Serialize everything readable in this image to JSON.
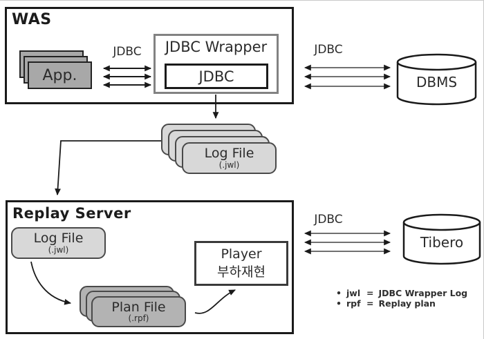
{
  "was": {
    "title": "WAS",
    "app": {
      "label": "App."
    },
    "jdbc_link_label": "JDBC",
    "wrapper": {
      "title": "JDBC Wrapper",
      "jdbc_label": "JDBC"
    }
  },
  "dbms": {
    "link_label": "JDBC",
    "name": "DBMS"
  },
  "log_stack": {
    "title": "Log File",
    "ext": "(.jwl)"
  },
  "replay": {
    "title": "Replay Server",
    "log_file": {
      "title": "Log File",
      "ext": "(.jwl)"
    },
    "plan_file": {
      "title": "Plan File",
      "ext": "(.rpf)"
    },
    "player": {
      "title": "Player",
      "subtitle": "부하재현"
    }
  },
  "tibero": {
    "link_label": "JDBC",
    "name": "Tibero"
  },
  "legend": {
    "bullet": "•",
    "items": [
      {
        "term": "jwl",
        "sep": "=",
        "definition": "JDBC Wrapper Log"
      },
      {
        "term": "rpf",
        "sep": "=",
        "definition": "Replay plan"
      }
    ]
  },
  "colors": {
    "frame_border": "#1a1a1a",
    "wrapper_border": "#828282",
    "app_fill": "#a8a8a8",
    "log_file_fill": "#d8d8d8",
    "plan_file_fill": "#b3b3b3",
    "text": "#2b2b2b"
  }
}
